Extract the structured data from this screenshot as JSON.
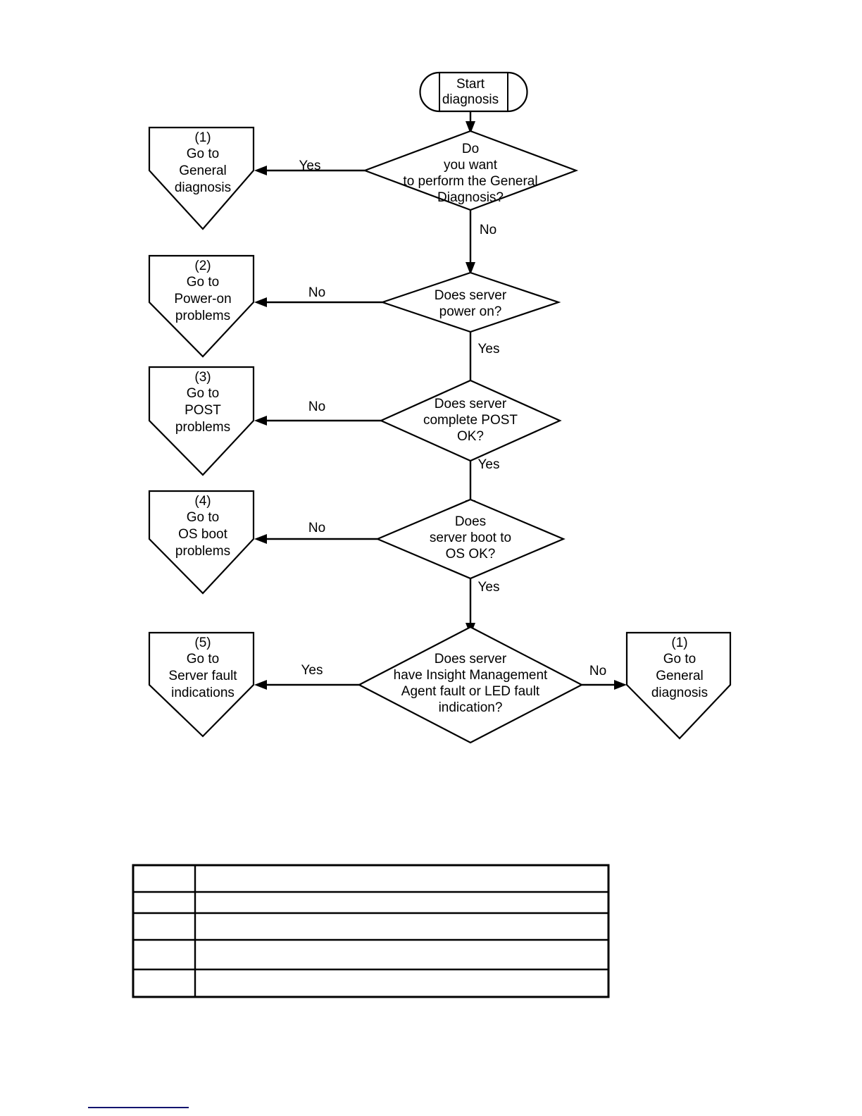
{
  "page": {
    "background": "#ffffff",
    "ink": "#000000",
    "footer_rule_color": "#12146e"
  },
  "diagram": {
    "type": "flowchart",
    "title": "Server diagnosis flowchart",
    "start": {
      "name": "start-diagnosis",
      "shape": "terminator",
      "lines": [
        "Start",
        "diagnosis"
      ]
    },
    "decisions": [
      {
        "id": "d1",
        "shape": "diamond",
        "lines": [
          "Do",
          "you want",
          "to perform the General",
          "Diagnosis?"
        ],
        "yes_label": "Yes",
        "no_label": "No",
        "yes_target": "(1) Go to General diagnosis",
        "no_target": "Does server power on?"
      },
      {
        "id": "d2",
        "shape": "diamond",
        "lines": [
          "Does server",
          "power on?"
        ],
        "yes_label": "Yes",
        "no_label": "No",
        "yes_target": "Does server complete POST OK?",
        "no_target": "(2) Go to Power-on problems"
      },
      {
        "id": "d3",
        "shape": "diamond",
        "lines": [
          "Does server",
          "complete POST",
          "OK?"
        ],
        "yes_label": "Yes",
        "no_label": "No",
        "yes_target": "Does server boot to OS OK?",
        "no_target": "(3) Go to POST problems"
      },
      {
        "id": "d4",
        "shape": "diamond",
        "lines": [
          "Does",
          "server boot to",
          "OS OK?"
        ],
        "yes_label": "Yes",
        "no_label": "No",
        "yes_target": "Does server have Insight Management Agent fault or LED fault indication?",
        "no_target": "(4) Go to OS boot problems"
      },
      {
        "id": "d5",
        "shape": "diamond",
        "lines": [
          "Does server",
          "have Insight Management",
          "Agent fault or LED fault",
          "indication?"
        ],
        "yes_label": "Yes",
        "no_label": "No",
        "yes_target": "(5) Go to Server fault indications",
        "no_target": "(1) Go to General diagnosis"
      }
    ],
    "offpage_targets": [
      {
        "id": "t1",
        "shape": "pentagon-down",
        "lines": [
          "(1)",
          "Go to",
          "General",
          "diagnosis"
        ],
        "ref": "(1)"
      },
      {
        "id": "t2",
        "shape": "pentagon-down",
        "lines": [
          "(2)",
          "Go to",
          "Power-on",
          "problems"
        ],
        "ref": "(2)"
      },
      {
        "id": "t3",
        "shape": "pentagon-down",
        "lines": [
          "(3)",
          "Go to",
          "POST",
          "problems"
        ],
        "ref": "(3)"
      },
      {
        "id": "t4",
        "shape": "pentagon-down",
        "lines": [
          "(4)",
          "Go to",
          "OS boot",
          "problems"
        ],
        "ref": "(4)"
      },
      {
        "id": "t5",
        "shape": "pentagon-down",
        "lines": [
          "(5)",
          "Go to",
          "Server fault",
          "indications"
        ],
        "ref": "(5)"
      },
      {
        "id": "t6",
        "shape": "pentagon-down",
        "lines": [
          "(1)",
          "Go to",
          "General",
          "diagnosis"
        ],
        "ref": "(1)"
      }
    ],
    "edge_labels": {
      "d1_yes": "Yes",
      "d1_no": "No",
      "d2_no": "No",
      "d2_yes": "Yes",
      "d3_no": "No",
      "d3_yes": "Yes",
      "d4_no": "No",
      "d4_yes": "Yes",
      "d5_yes": "Yes",
      "d5_no": "No"
    }
  },
  "table": {
    "name": "legend-table",
    "columns": 2,
    "rows": 5,
    "cells": [
      [
        "",
        ""
      ],
      [
        "",
        ""
      ],
      [
        "",
        ""
      ],
      [
        "",
        ""
      ],
      [
        "",
        ""
      ]
    ]
  }
}
